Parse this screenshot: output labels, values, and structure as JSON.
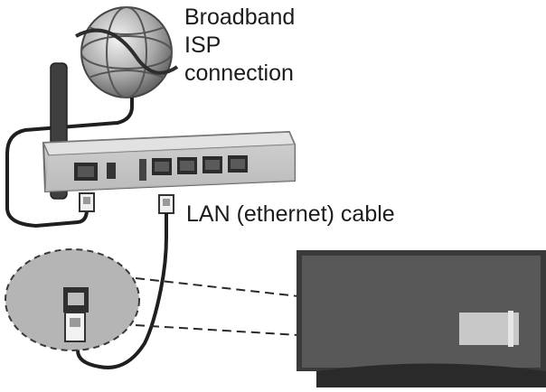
{
  "labels": {
    "isp_line1": "Broadband",
    "isp_line2": "ISP",
    "isp_line3": "connection",
    "lan_cable": "LAN (ethernet) cable"
  },
  "icons": {
    "globe": "globe-icon",
    "router": "router-icon",
    "tv": "tv-icon",
    "ethernet_plug": "ethernet-plug-icon"
  },
  "colors": {
    "line": "#1f1f1f",
    "router_body": "#c9c9c9",
    "router_top": "#e2e2e2",
    "tv_frame": "#3a3a3a",
    "tv_screen": "#585858",
    "zoom_circle": "#b5b5b5",
    "port_highlight": "#c8c8c8"
  }
}
